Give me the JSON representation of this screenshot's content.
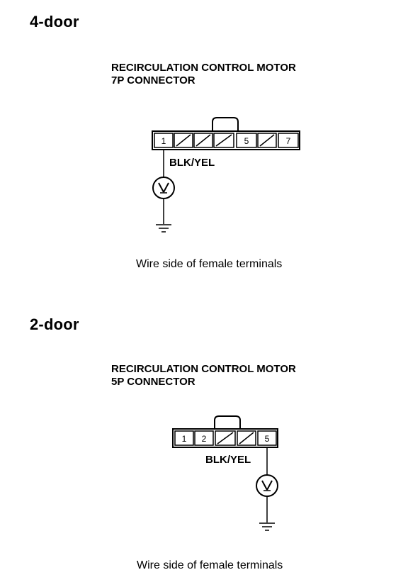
{
  "sections": [
    {
      "title": "4-door",
      "connector_title_line1": "RECIRCULATION CONTROL MOTOR",
      "connector_title_line2": "7P CONNECTOR",
      "terminals": [
        "1",
        "",
        "",
        "",
        "5",
        "",
        "7"
      ],
      "wire_label": "BLK/YEL",
      "caption": "Wire side of female terminals"
    },
    {
      "title": "2-door",
      "connector_title_line1": "RECIRCULATION CONTROL MOTOR",
      "connector_title_line2": "5P CONNECTOR",
      "terminals": [
        "1",
        "2",
        "",
        "",
        "5"
      ],
      "wire_label": "BLK/YEL",
      "caption": "Wire side of female terminals"
    }
  ]
}
